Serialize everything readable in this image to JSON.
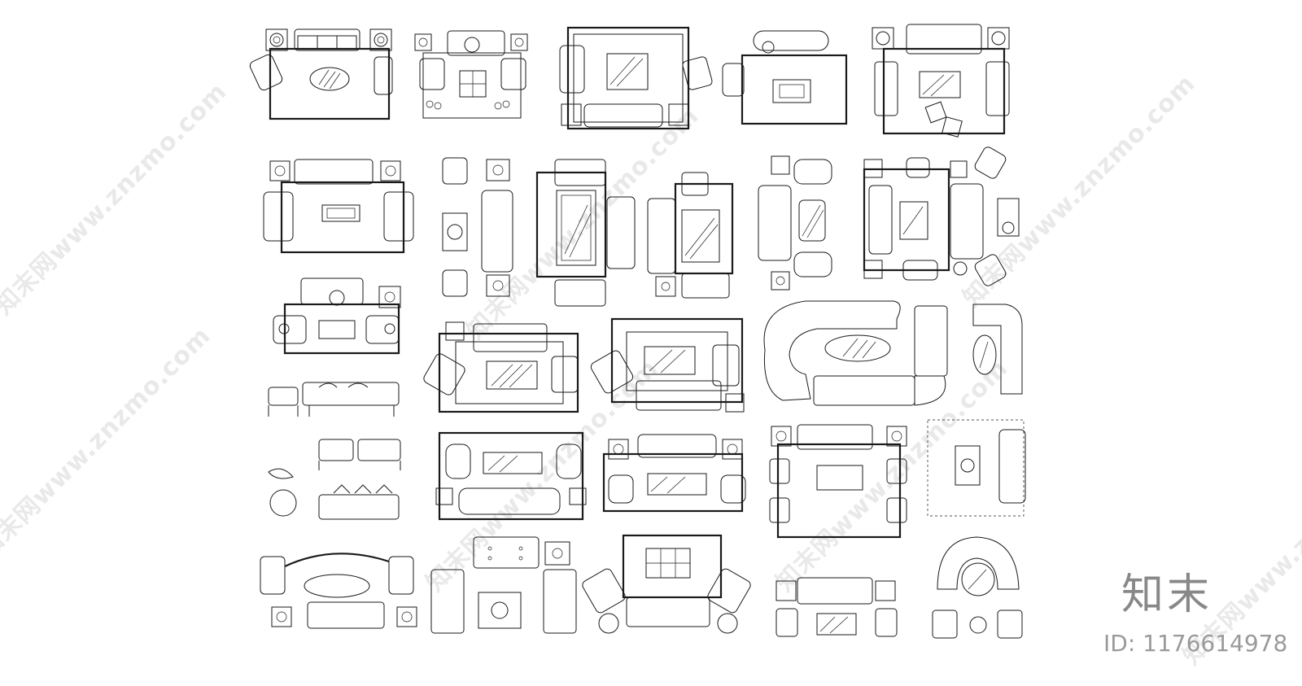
{
  "watermark": {
    "text": "知末网www.znzmo.com",
    "logo": "知末",
    "id_label": "ID: 1176614978"
  }
}
